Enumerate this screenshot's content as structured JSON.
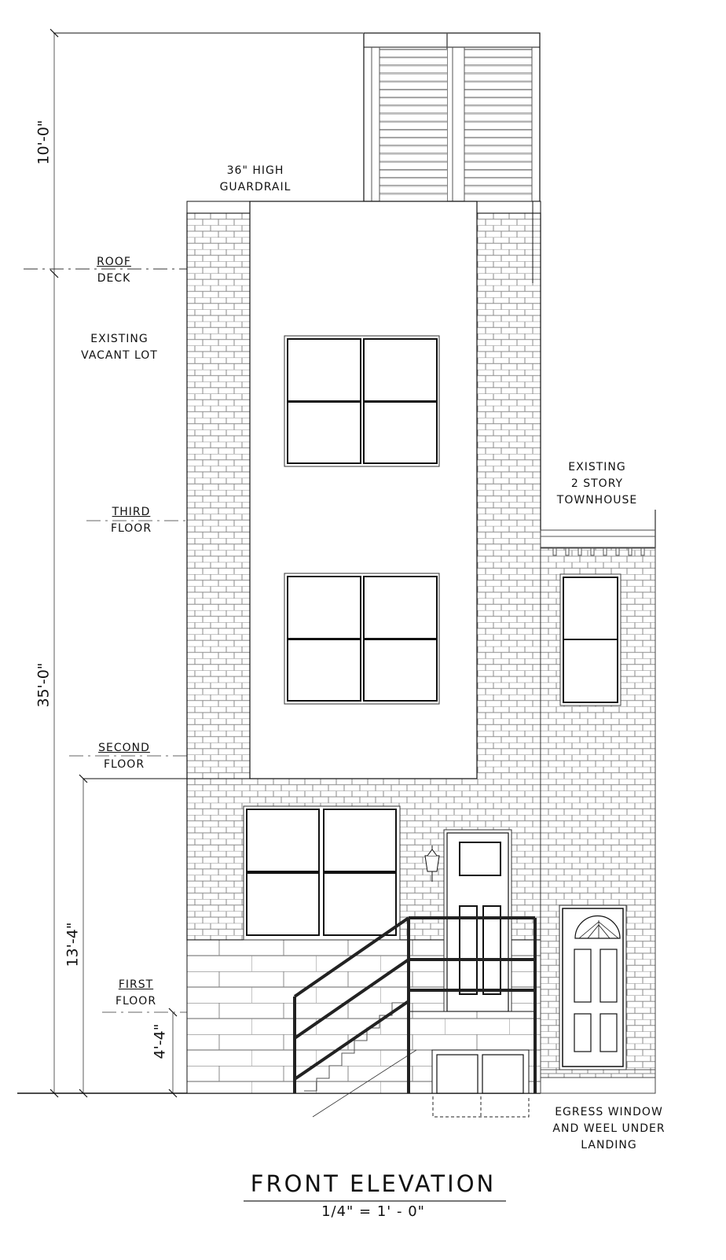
{
  "drawing": {
    "title": "FRONT ELEVATION",
    "scale": "1/4\" = 1' - 0\""
  },
  "dimensions": {
    "top_height": "10'-0\"",
    "main_height": "35'-0\"",
    "second_floor_height": "13'-4\"",
    "first_floor_height": "4'-4\""
  },
  "levels": {
    "roof_deck": {
      "line1": "ROOF",
      "line2": "DECK"
    },
    "third_floor": {
      "line1": "THIRD",
      "line2": "FLOOR"
    },
    "second_floor": {
      "line1": "SECOND",
      "line2": "FLOOR"
    },
    "first_floor": {
      "line1": "FIRST",
      "line2": "FLOOR"
    }
  },
  "notes": {
    "guardrail": {
      "line1": "36\" HIGH",
      "line2": "GUARDRAIL"
    },
    "vacant_lot": {
      "line1": "EXISTING",
      "line2": "VACANT LOT"
    },
    "neighbor": {
      "line1": "EXISTING",
      "line2": "2 STORY",
      "line3": "TOWNHOUSE"
    },
    "egress": {
      "line1": "EGRESS WINDOW",
      "line2": "AND WEEL UNDER",
      "line3": "LANDING"
    }
  },
  "elements": [
    {
      "name": "roof-deck-headhouse",
      "type": "louvered-panel"
    },
    {
      "name": "third-floor-window",
      "type": "4-pane window"
    },
    {
      "name": "second-floor-window",
      "type": "4-pane window"
    },
    {
      "name": "first-floor-window",
      "type": "4-pane window"
    },
    {
      "name": "entry-door",
      "type": "paneled door with light"
    },
    {
      "name": "wall-lantern",
      "type": "light fixture"
    },
    {
      "name": "entry-stair",
      "type": "stair with railing"
    },
    {
      "name": "egress-window",
      "type": "basement window with well"
    },
    {
      "name": "neighbor-window",
      "type": "double-hung window"
    },
    {
      "name": "neighbor-door",
      "type": "fan-light paneled door"
    }
  ],
  "colors": {
    "line": "#111111",
    "brick_line": "#8a8a8a",
    "dim_line": "#777777",
    "background": "#ffffff"
  }
}
